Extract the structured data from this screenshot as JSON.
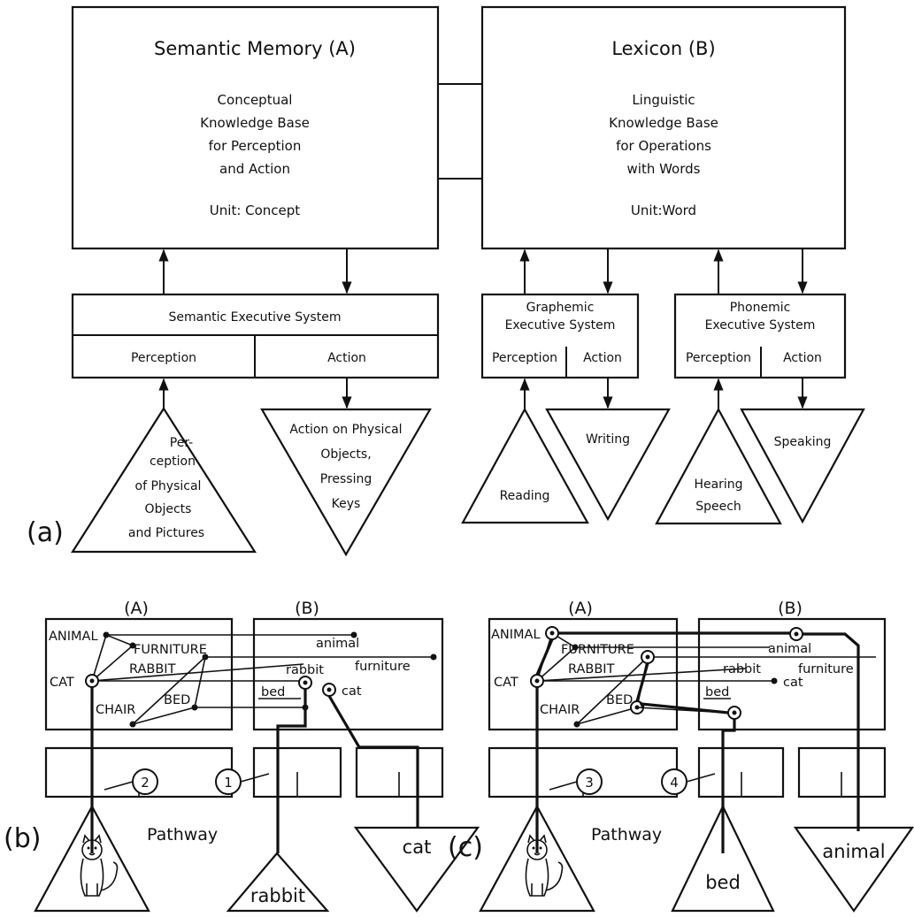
{
  "panel_a": {
    "label": "(a)",
    "semantic_memory": {
      "title": "Semantic Memory (A)",
      "lines": [
        "Conceptual",
        "Knowledge Base",
        "for Perception",
        "and Action"
      ],
      "unit": "Unit: Concept"
    },
    "lexicon": {
      "title": "Lexicon (B)",
      "lines": [
        "Linguistic",
        "Knowledge Base",
        "for Operations",
        "with Words"
      ],
      "unit": "Unit:Word"
    },
    "semantic_exec": {
      "title": "Semantic Executive System",
      "left": "Perception",
      "right": "Action"
    },
    "graphemic_exec": {
      "title_1": "Graphemic",
      "title_2": "Executive System",
      "left": "Perception",
      "right": "Action"
    },
    "phonemic_exec": {
      "title_1": "Phonemic",
      "title_2": "Executive System",
      "left": "Perception",
      "right": "Action"
    },
    "tri_perception": [
      "Per-",
      "ception",
      "of Physical",
      "Objects",
      "and Pictures"
    ],
    "tri_action": [
      "Action on Physical",
      "Objects,",
      "Pressing",
      "Keys"
    ],
    "tri_reading": "Reading",
    "tri_writing": "Writing",
    "tri_hearing": [
      "Hearing",
      "Speech"
    ],
    "tri_speaking": "Speaking"
  },
  "panel_b": {
    "label": "(b)",
    "box_a": "(A)",
    "box_b": "(B)",
    "nodes_a": {
      "animal": "ANIMAL",
      "furniture": "FURNITURE",
      "rabbit": "RABBIT",
      "cat": "CAT",
      "chair": "CHAIR",
      "bed": "BED"
    },
    "nodes_b": {
      "animal": "animal",
      "rabbit": "rabbit",
      "furniture": "furniture",
      "cat": "cat",
      "bed": "bed"
    },
    "pathway": "Pathway",
    "step_2": "2",
    "step_1": "1",
    "input_word": "rabbit",
    "output_word": "cat"
  },
  "panel_c": {
    "label": "(c)",
    "box_a": "(A)",
    "box_b": "(B)",
    "nodes_a": {
      "animal": "ANIMAL",
      "furniture": "FURNITURE",
      "rabbit": "RABBIT",
      "cat": "CAT",
      "chair": "CHAIR",
      "bed": "BED"
    },
    "nodes_b": {
      "animal": "animal",
      "rabbit": "rabbit",
      "furniture": "furniture",
      "cat": "cat",
      "bed": "bed"
    },
    "pathway": "Pathway",
    "step_3": "3",
    "step_4": "4",
    "input_word": "bed",
    "output_word": "animal"
  }
}
